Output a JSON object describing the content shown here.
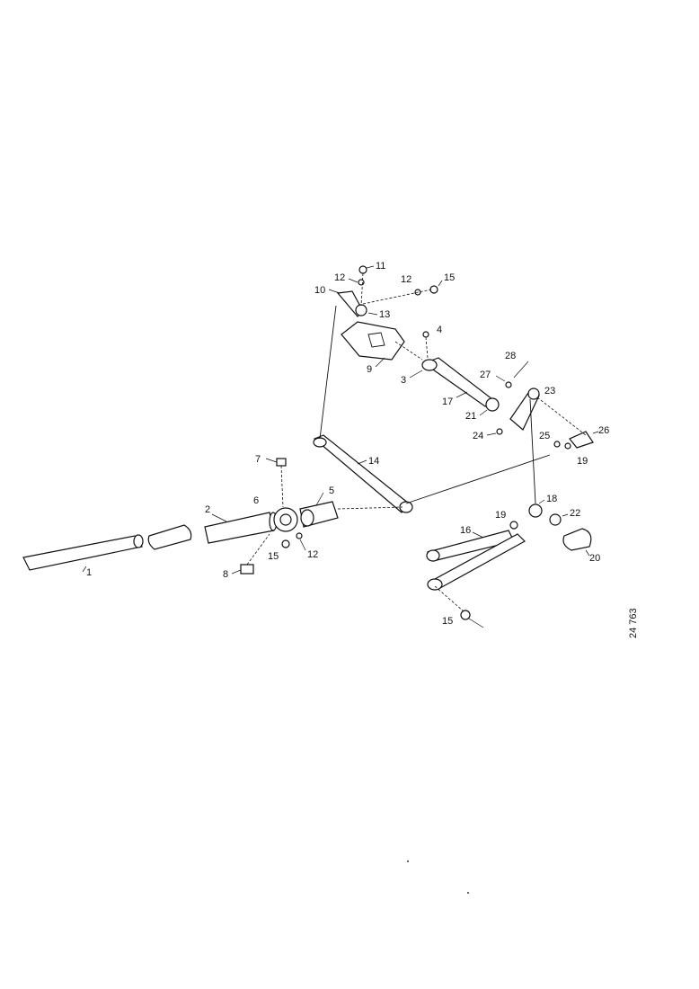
{
  "drawing": {
    "reference_number": "24 763",
    "callouts": [
      "1",
      "2",
      "3",
      "4",
      "5",
      "6",
      "7",
      "8",
      "9",
      "10",
      "11",
      "12",
      "12",
      "12",
      "13",
      "14",
      "15",
      "15",
      "15",
      "16",
      "17",
      "18",
      "19",
      "19",
      "20",
      "21",
      "22",
      "23",
      "24",
      "25",
      "26",
      "27",
      "28"
    ]
  }
}
